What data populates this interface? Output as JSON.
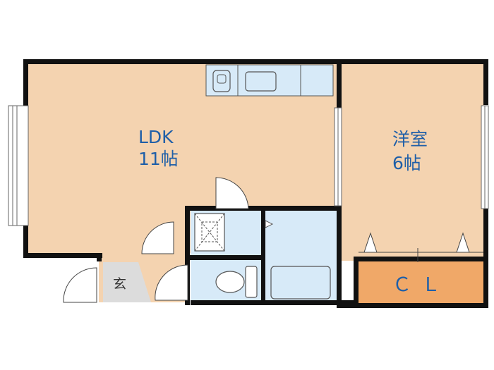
{
  "floorplan": {
    "rooms": [
      {
        "id": "ldk",
        "name": "LDK",
        "size": "11帖"
      },
      {
        "id": "western",
        "name": "洋室",
        "size": "6帖"
      },
      {
        "id": "closet",
        "name": "ＣＬ"
      },
      {
        "id": "entrance",
        "name": "玄"
      }
    ],
    "colors": {
      "room_floor": "#f4d3b0",
      "closet_floor": "#f0a868",
      "wet_area": "#d7eaf8",
      "entrance_floor": "#dcdcdc",
      "wall": "#111111",
      "label_text": "#1f5fa8"
    }
  }
}
